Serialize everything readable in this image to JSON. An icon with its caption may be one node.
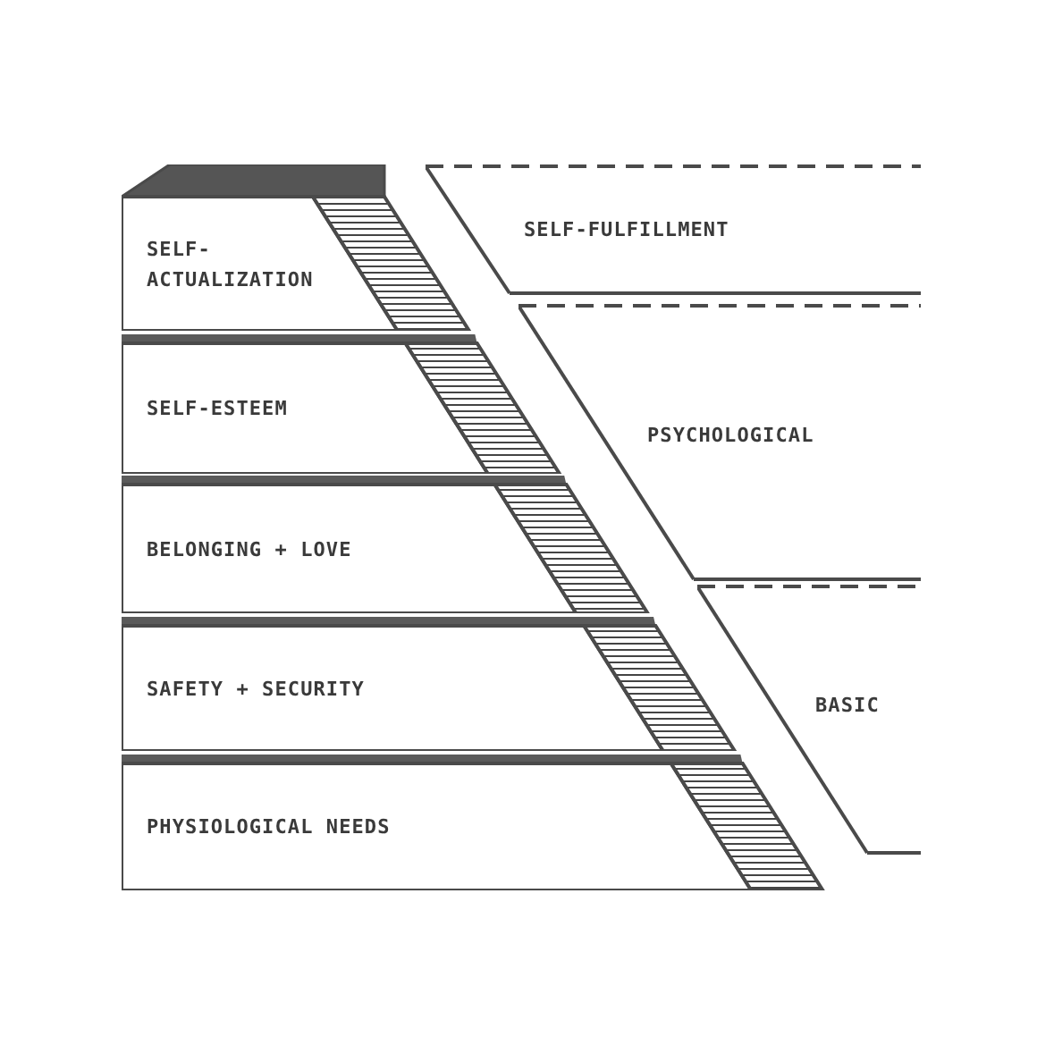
{
  "diagram": {
    "nodes": [
      {
        "text": [
          "SELF-ACTUALIZATION"
        ]
      },
      {
        "text": [
          "SELF-ESTEEM"
        ]
      },
      {
        "text": [
          "BELONGING + LOVE"
        ]
      },
      {
        "text": [
          "SAFETY + SECURITY"
        ]
      },
      {
        "text": [
          "PHYSIOLOGICAL NEEDS"
        ]
      },
      {
        "text": [
          "SELF-FULFILLMENT"
        ]
      },
      {
        "text": [
          "PSYCHOLOGICAL"
        ]
      },
      {
        "text": [
          "BASIC"
        ]
      }
    ]
  }
}
